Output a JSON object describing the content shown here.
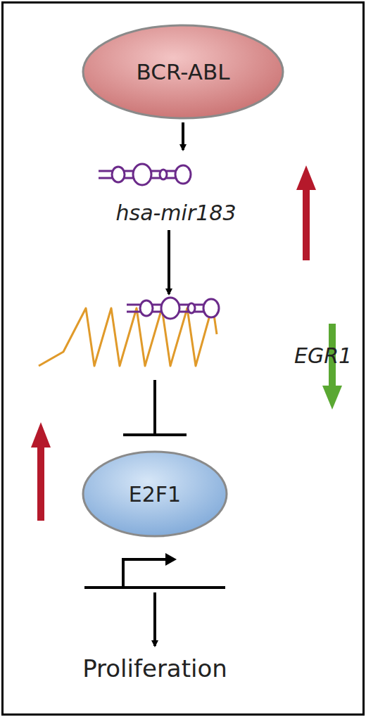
{
  "diagram": {
    "nodes": [
      {
        "text": [
          "BCR-ABL"
        ]
      },
      {
        "text": [
          "hsa-mir183"
        ]
      },
      {
        "text": [
          "EGR1"
        ]
      },
      {
        "text": [
          "E2F1"
        ]
      },
      {
        "text": [
          "Proliferation"
        ]
      }
    ],
    "edges": [
      {
        "from": 0,
        "to": 1,
        "arrow": "to"
      },
      {
        "from": 1,
        "to": 2,
        "arrow": "to"
      },
      {
        "from": 2,
        "to": 3,
        "arrow": "to"
      },
      {
        "from": 3,
        "to": 4,
        "arrow": "to"
      }
    ]
  }
}
